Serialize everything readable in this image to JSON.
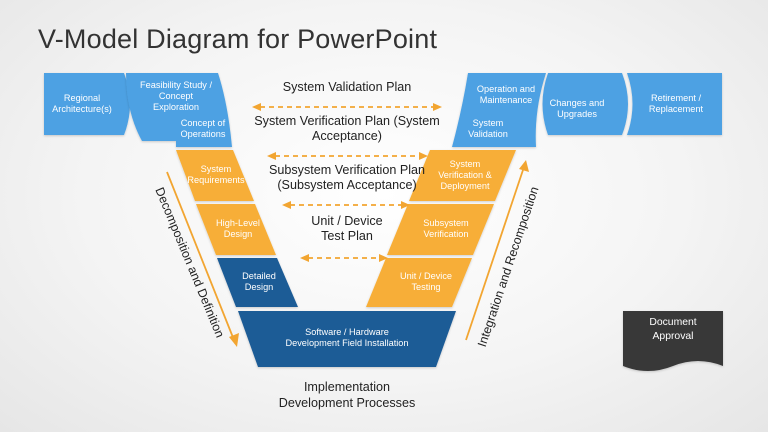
{
  "title": "V-Model Diagram for PowerPoint",
  "colors": {
    "blue": "#4da1e3",
    "orange": "#f7ae38",
    "navy": "#1f5b96",
    "doc": "#383838",
    "arrow": "#f2a531"
  },
  "left_top": {
    "regional": [
      "Regional",
      "Architecture(s)"
    ],
    "feasibility": [
      "Feasibility Study /",
      "Concept",
      "Exploration"
    ],
    "concept_ops": [
      "Concept of",
      "Operations"
    ]
  },
  "right_top": {
    "operation": [
      "Operation and",
      "Maintenance"
    ],
    "changes": [
      "Changes and",
      "Upgrades"
    ],
    "sys_validation": [
      "System",
      "Validation"
    ],
    "retirement": [
      "Retirement /",
      "Replacement"
    ]
  },
  "left_v": {
    "sys_req": [
      "System",
      "Requirements"
    ],
    "high_level": [
      "High-Level",
      "Design"
    ],
    "detailed": [
      "Detailed",
      "Design"
    ]
  },
  "right_v": {
    "sys_verif": [
      "System",
      "Verification &",
      "Deployment"
    ],
    "subsys_verif": [
      "Subsystem",
      "Verification"
    ],
    "unit_test": [
      "Unit / Device",
      "Testing"
    ]
  },
  "bottom": [
    "Software / Hardware",
    "Development Field Installation"
  ],
  "plans": {
    "validation": [
      "System Validation Plan"
    ],
    "verification": [
      "System Verification Plan (System",
      "Acceptance)"
    ],
    "subsystem": [
      "Subsystem Verification Plan",
      "(Subsystem Acceptance)"
    ],
    "unit": [
      "Unit / Device",
      "Test Plan"
    ]
  },
  "side_labels": {
    "left": "Decomposition and Definition",
    "right": "Integration and Recomposition"
  },
  "implementation": [
    "Implementation",
    "Development Processes"
  ],
  "document_approval": [
    "Document",
    "Approval"
  ]
}
